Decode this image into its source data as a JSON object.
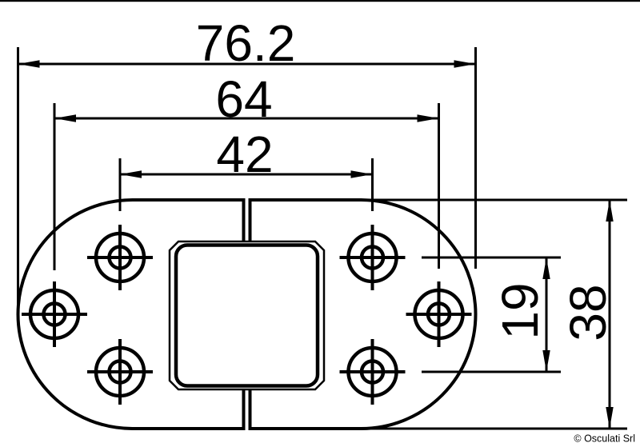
{
  "drawing": {
    "background_color": "#ffffff",
    "line_color": "#000000",
    "dimensions": {
      "overall_width": {
        "label": "76.2"
      },
      "outer_hole_spacing": {
        "label": "64"
      },
      "inner_hole_spacing": {
        "label": "42"
      },
      "hole_row_spacing": {
        "label": "19"
      },
      "overall_height": {
        "label": "38"
      }
    },
    "copyright": "© Osculati Srl"
  }
}
